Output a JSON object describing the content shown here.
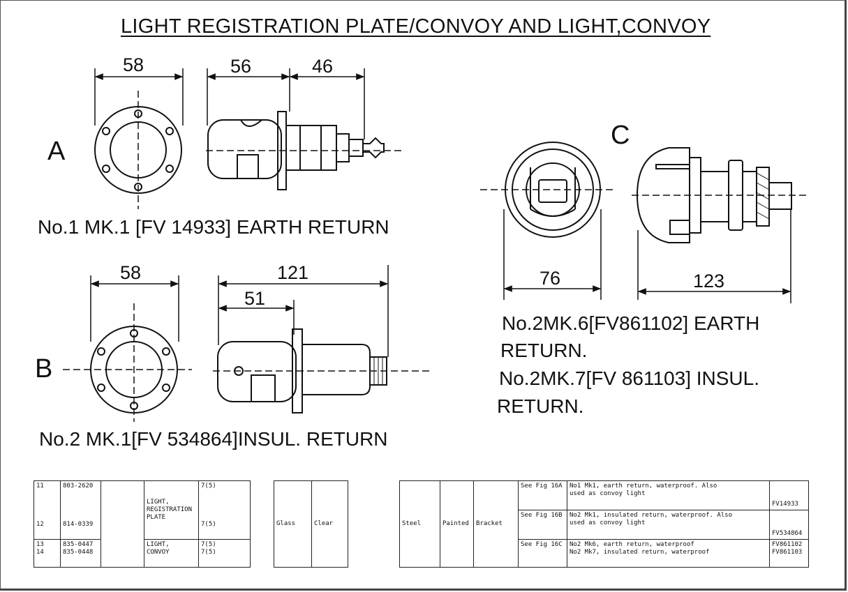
{
  "title": "LIGHT REGISTRATION PLATE/CONVOY AND LIGHT,CONVOY",
  "figures": {
    "a": {
      "letter": "A",
      "caption": "No.1 MK.1 [FV 14933] EARTH RETURN",
      "dims": [
        "58",
        "56",
        "46"
      ]
    },
    "b": {
      "letter": "B",
      "caption": "No.2 MK.1[FV 534864]INSUL. RETURN",
      "dims": [
        "58",
        "121",
        "51"
      ]
    },
    "c": {
      "letter": "C",
      "caption_lines": [
        "No.2MK.6[FV861102]  EARTH",
        "RETURN.",
        "No.2MK.7[FV 861103] INSUL.",
        "RETURN."
      ],
      "dims": [
        "76",
        "123"
      ]
    }
  },
  "parts_table": {
    "rows": [
      {
        "item": "11",
        "part_no": "803-2620",
        "qty": "7(5)"
      },
      {
        "item": "12",
        "part_no": "814-0339",
        "qty": "7(5)"
      },
      {
        "item": "13\n14",
        "part_no": "835-0447\n835-0448",
        "qty": "7(5)\n7(5)"
      }
    ],
    "name_reg": "LIGHT,\nREGISTRATION\nPLATE",
    "name_convoy": "LIGHT,\nCONVOY",
    "lens_material": "Glass",
    "lens_colour": "Clear",
    "body_material": "Steel",
    "finish": "Painted",
    "mounting": "Bracket",
    "fig_refs": [
      "See Fig 16A",
      "See Fig 16B",
      "See Fig 16C"
    ],
    "descriptions": [
      "No1 Mk1, earth return, waterproof. Also\nused as convoy light",
      "No2 Mk1, insulated return, waterproof. Also\nused as convoy light",
      "No2 Mk6, earth return, waterproof\nNo2 Mk7, insulated return, waterproof"
    ],
    "fv_numbers": [
      "FV14933",
      "FV534864",
      "FV861102\nFV861103"
    ]
  }
}
